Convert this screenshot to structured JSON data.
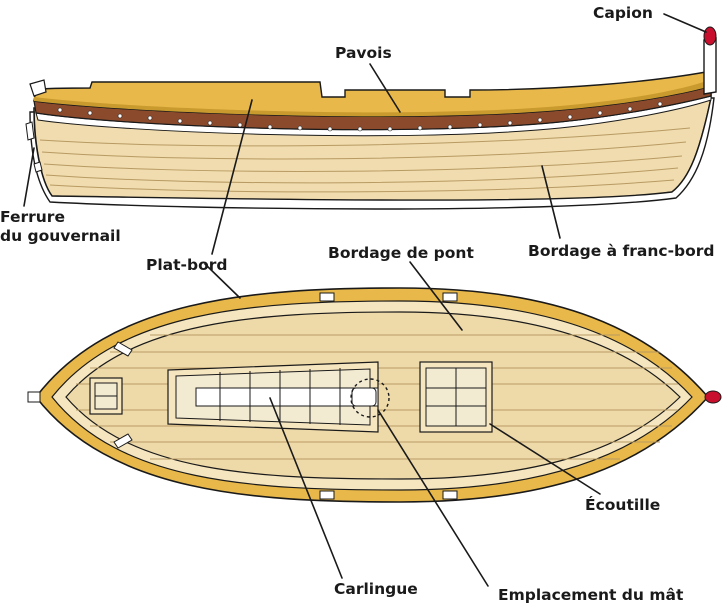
{
  "labels": {
    "capion": "Capion",
    "pavois": "Pavois",
    "ferrure_line1": "Ferrure",
    "ferrure_line2": "du gouvernail",
    "plat_bord": "Plat-bord",
    "bordage_de_pont": "Bordage de pont",
    "bordage_franc_bord": "Bordage à franc-bord",
    "ecoutille": "Écoutille",
    "carlingue": "Carlingue",
    "emplacement_du_mat": "Emplacement du mât"
  },
  "colors": {
    "outline": "#1a1a1a",
    "hull_plank": "#f0dcae",
    "plank_line": "#b89a63",
    "gunwale_yellow": "#e8b84a",
    "gunwale_dark": "#c99a2e",
    "rubbing_strake": "#8b4a2b",
    "deck_plank": "#eed9a8",
    "coaming_light": "#f5e6c0",
    "hatch_fill": "#f3ead2",
    "stem_red": "#c8102e"
  }
}
